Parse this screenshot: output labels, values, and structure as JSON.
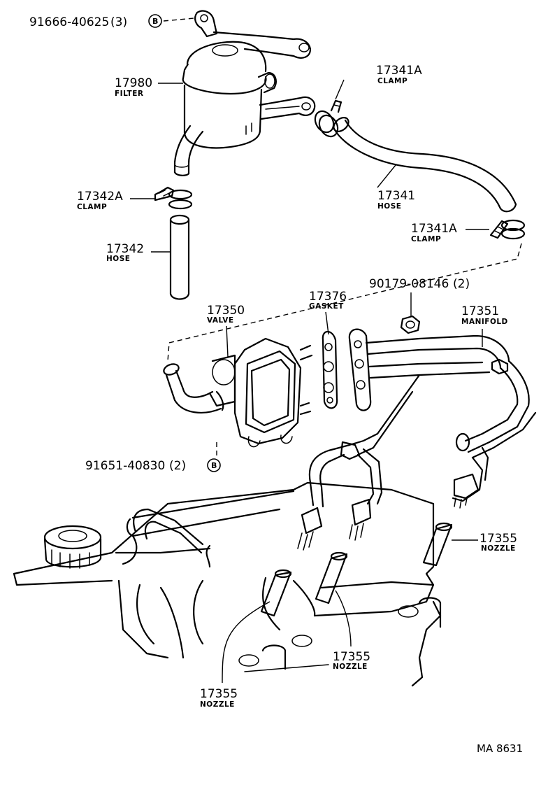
{
  "callouts": {
    "bolt_top": {
      "part": "91666-40625",
      "qty": "(3)",
      "badge": "B"
    },
    "filter": {
      "part": "17980",
      "name": "FILTER"
    },
    "clamp_upper": {
      "part": "17341A",
      "name": "CLAMP"
    },
    "clamp_left": {
      "part": "17342A",
      "name": "CLAMP"
    },
    "hose_right": {
      "part": "17341",
      "name": "HOSE"
    },
    "clamp_right": {
      "part": "17341A",
      "name": "CLAMP"
    },
    "hose_left": {
      "part": "17342",
      "name": "HOSE"
    },
    "nut": {
      "part": "90179-08146",
      "qty": "(2)"
    },
    "gasket": {
      "part": "17376",
      "name": "GASKET"
    },
    "valve": {
      "part": "17350",
      "name": "VALVE"
    },
    "manifold": {
      "part": "17351",
      "name": "MANIFOLD"
    },
    "bolt_bottom": {
      "part": "91651-40830",
      "qty": "(2)",
      "badge": "B"
    },
    "nozzle_right": {
      "part": "17355",
      "name": "NOZZLE"
    },
    "nozzle_mid": {
      "part": "17355",
      "name": "NOZZLE"
    },
    "nozzle_left": {
      "part": "17355",
      "name": "NOZZLE"
    }
  },
  "figure_ref": "MA 8631"
}
